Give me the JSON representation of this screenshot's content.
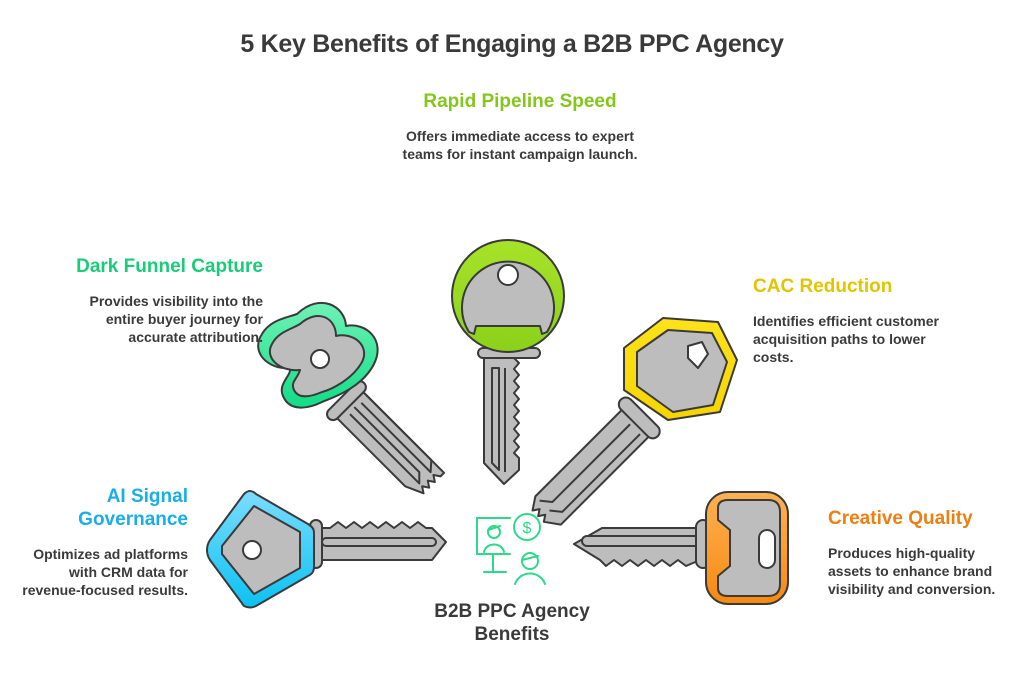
{
  "title": "5 Key Benefits of Engaging a B2B PPC Agency",
  "center": {
    "label": "B2B PPC Agency Benefits",
    "icon": "people-money-monitor-icon",
    "icon_color": "#2fd98a"
  },
  "benefits": [
    {
      "id": "rapid-pipeline-speed",
      "title": "Rapid Pipeline Speed",
      "description": "Offers immediate access to expert teams for instant campaign launch.",
      "color": "#84c61a",
      "icon": "round-key-icon"
    },
    {
      "id": "dark-funnel-capture",
      "title": "Dark Funnel Capture",
      "description": "Provides visibility into the entire buyer journey for accurate attribution.",
      "color": "#19cc77",
      "icon": "cloud-key-icon"
    },
    {
      "id": "cac-reduction",
      "title": "CAC Reduction",
      "description": "Identifies efficient customer acquisition paths to lower costs.",
      "color": "#e2c400",
      "icon": "hexagon-key-icon"
    },
    {
      "id": "ai-signal-governance",
      "title": "AI Signal Governance",
      "description": "Optimizes ad platforms with CRM data for revenue-focused results.",
      "color": "#1aaee6",
      "icon": "diamond-key-icon"
    },
    {
      "id": "creative-quality",
      "title": "Creative Quality",
      "description": "Produces high-quality assets to enhance brand visibility and conversion.",
      "color": "#ee7e12",
      "icon": "rounded-square-key-icon"
    }
  ]
}
